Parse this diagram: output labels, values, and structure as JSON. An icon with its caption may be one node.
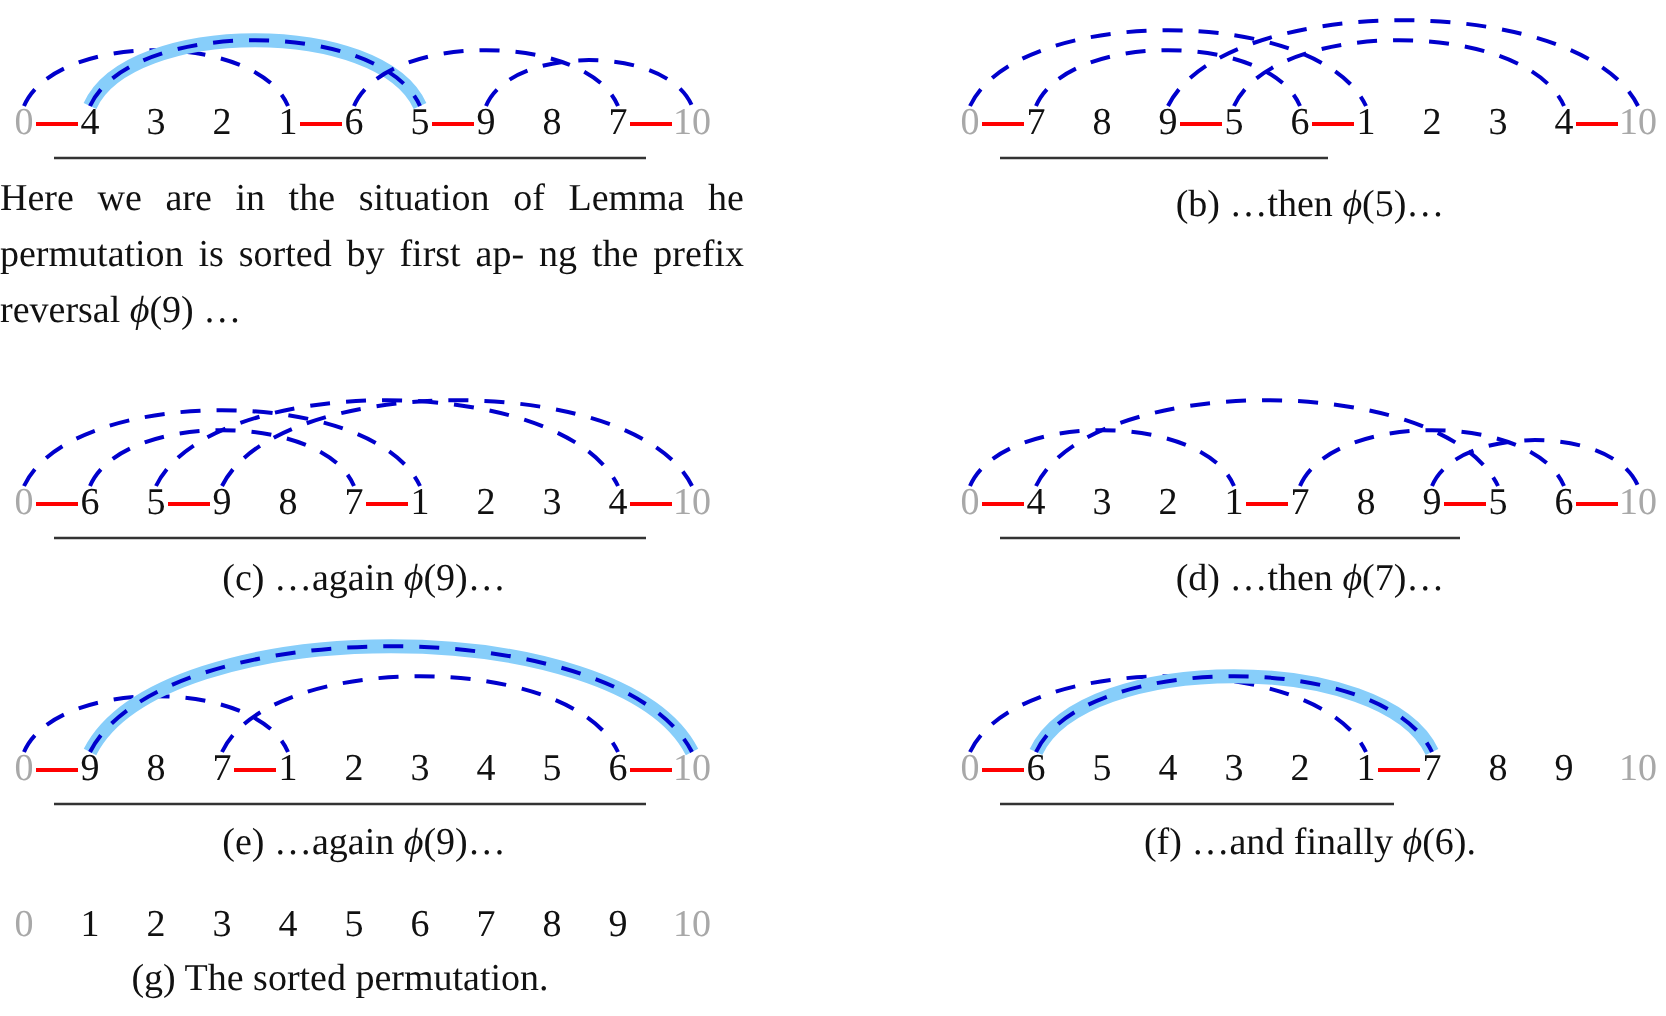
{
  "diagram": {
    "nodes": [
      {
        "text": [
          "0"
        ]
      },
      {
        "text": [
          "4"
        ]
      },
      {
        "text": [
          "3"
        ]
      },
      {
        "text": [
          "2"
        ]
      },
      {
        "text": [
          "1"
        ]
      },
      {
        "text": [
          "6"
        ]
      },
      {
        "text": [
          "5"
        ]
      },
      {
        "text": [
          "9"
        ]
      },
      {
        "text": [
          "8"
        ]
      },
      {
        "text": [
          "7"
        ]
      },
      {
        "text": [
          "10"
        ]
      },
      {
        "text": [
          "0"
        ]
      },
      {
        "text": [
          "7"
        ]
      },
      {
        "text": [
          "8"
        ]
      },
      {
        "text": [
          "9"
        ]
      },
      {
        "text": [
          "5"
        ]
      },
      {
        "text": [
          "6"
        ]
      },
      {
        "text": [
          "1"
        ]
      },
      {
        "text": [
          "2"
        ]
      },
      {
        "text": [
          "3"
        ]
      },
      {
        "text": [
          "4"
        ]
      },
      {
        "text": [
          "10"
        ]
      },
      {
        "text": [
          "0"
        ]
      },
      {
        "text": [
          "6"
        ]
      },
      {
        "text": [
          "5"
        ]
      },
      {
        "text": [
          "9"
        ]
      },
      {
        "text": [
          "8"
        ]
      },
      {
        "text": [
          "7"
        ]
      },
      {
        "text": [
          "1"
        ]
      },
      {
        "text": [
          "2"
        ]
      },
      {
        "text": [
          "3"
        ]
      },
      {
        "text": [
          "4"
        ]
      },
      {
        "text": [
          "10"
        ]
      },
      {
        "text": [
          "0"
        ]
      },
      {
        "text": [
          "4"
        ]
      },
      {
        "text": [
          "3"
        ]
      },
      {
        "text": [
          "2"
        ]
      },
      {
        "text": [
          "1"
        ]
      },
      {
        "text": [
          "7"
        ]
      },
      {
        "text": [
          "8"
        ]
      },
      {
        "text": [
          "9"
        ]
      },
      {
        "text": [
          "5"
        ]
      },
      {
        "text": [
          "6"
        ]
      },
      {
        "text": [
          "10"
        ]
      },
      {
        "text": [
          "0"
        ]
      },
      {
        "text": [
          "9"
        ]
      },
      {
        "text": [
          "8"
        ]
      },
      {
        "text": [
          "7"
        ]
      },
      {
        "text": [
          "1"
        ]
      },
      {
        "text": [
          "2"
        ]
      },
      {
        "text": [
          "3"
        ]
      },
      {
        "text": [
          "4"
        ]
      },
      {
        "text": [
          "5"
        ]
      },
      {
        "text": [
          "6"
        ]
      },
      {
        "text": [
          "10"
        ]
      },
      {
        "text": [
          "0"
        ]
      },
      {
        "text": [
          "6"
        ]
      },
      {
        "text": [
          "5"
        ]
      },
      {
        "text": [
          "4"
        ]
      },
      {
        "text": [
          "3"
        ]
      },
      {
        "text": [
          "2"
        ]
      },
      {
        "text": [
          "1"
        ]
      },
      {
        "text": [
          "7"
        ]
      },
      {
        "text": [
          "8"
        ]
      },
      {
        "text": [
          "9"
        ]
      },
      {
        "text": [
          "10"
        ]
      },
      {
        "text": [
          "0"
        ]
      },
      {
        "text": [
          "1"
        ]
      },
      {
        "text": [
          "2"
        ]
      },
      {
        "text": [
          "3"
        ]
      },
      {
        "text": [
          "4"
        ]
      },
      {
        "text": [
          "5"
        ]
      },
      {
        "text": [
          "6"
        ]
      },
      {
        "text": [
          "7"
        ]
      },
      {
        "text": [
          "8"
        ]
      },
      {
        "text": [
          "9"
        ]
      },
      {
        "text": [
          "10"
        ]
      }
    ],
    "edges": [
      {
        "from": 0,
        "to": 4,
        "arrow": "none",
        "style": "dashed",
        "color": "#0000cc"
      },
      {
        "from": 1,
        "to": 6,
        "arrow": "none",
        "style": "thick",
        "color": "#87cefa"
      },
      {
        "from": 1,
        "to": 6,
        "arrow": "none",
        "style": "dashed",
        "color": "#0000cc"
      },
      {
        "from": 5,
        "to": 9,
        "arrow": "none",
        "style": "dashed",
        "color": "#0000cc"
      },
      {
        "from": 7,
        "to": 10,
        "arrow": "none",
        "style": "dashed",
        "color": "#0000cc"
      },
      {
        "from": 0,
        "to": 1,
        "arrow": "none",
        "color": "#ff0000"
      },
      {
        "from": 4,
        "to": 5,
        "arrow": "none",
        "color": "#ff0000"
      },
      {
        "from": 6,
        "to": 7,
        "arrow": "none",
        "color": "#ff0000"
      },
      {
        "from": 9,
        "to": 10,
        "arrow": "none",
        "color": "#ff0000"
      },
      {
        "from": 11,
        "to": 17,
        "arrow": "none",
        "style": "dashed",
        "color": "#0000cc"
      },
      {
        "from": 12,
        "to": 16,
        "arrow": "none",
        "style": "dashed",
        "color": "#0000cc"
      },
      {
        "from": 14,
        "to": 21,
        "arrow": "none",
        "style": "dashed",
        "color": "#0000cc"
      },
      {
        "from": 15,
        "to": 20,
        "arrow": "none",
        "style": "dashed",
        "color": "#0000cc"
      },
      {
        "from": 11,
        "to": 12,
        "arrow": "none",
        "color": "#ff0000"
      },
      {
        "from": 14,
        "to": 15,
        "arrow": "none",
        "color": "#ff0000"
      },
      {
        "from": 16,
        "to": 17,
        "arrow": "none",
        "color": "#ff0000"
      },
      {
        "from": 20,
        "to": 21,
        "arrow": "none",
        "color": "#ff0000"
      },
      {
        "from": 22,
        "to": 28,
        "arrow": "none",
        "style": "dashed",
        "color": "#0000cc"
      },
      {
        "from": 23,
        "to": 27,
        "arrow": "none",
        "style": "dashed",
        "color": "#0000cc"
      },
      {
        "from": 24,
        "to": 31,
        "arrow": "none",
        "style": "dashed",
        "color": "#0000cc"
      },
      {
        "from": 25,
        "to": 32,
        "arrow": "none",
        "style": "dashed",
        "color": "#0000cc"
      },
      {
        "from": 22,
        "to": 23,
        "arrow": "none",
        "color": "#ff0000"
      },
      {
        "from": 24,
        "to": 25,
        "arrow": "none",
        "color": "#ff0000"
      },
      {
        "from": 27,
        "to": 28,
        "arrow": "none",
        "color": "#ff0000"
      },
      {
        "from": 31,
        "to": 32,
        "arrow": "none",
        "color": "#ff0000"
      },
      {
        "from": 33,
        "to": 37,
        "arrow": "none",
        "style": "dashed",
        "color": "#0000cc"
      },
      {
        "from": 34,
        "to": 41,
        "arrow": "none",
        "style": "dashed",
        "color": "#0000cc"
      },
      {
        "from": 38,
        "to": 42,
        "arrow": "none",
        "style": "dashed",
        "color": "#0000cc"
      },
      {
        "from": 40,
        "to": 43,
        "arrow": "none",
        "style": "dashed",
        "color": "#0000cc"
      },
      {
        "from": 33,
        "to": 34,
        "arrow": "none",
        "color": "#ff0000"
      },
      {
        "from": 37,
        "to": 38,
        "arrow": "none",
        "color": "#ff0000"
      },
      {
        "from": 40,
        "to": 41,
        "arrow": "none",
        "color": "#ff0000"
      },
      {
        "from": 42,
        "to": 43,
        "arrow": "none",
        "color": "#ff0000"
      },
      {
        "from": 44,
        "to": 48,
        "arrow": "none",
        "style": "dashed",
        "color": "#0000cc"
      },
      {
        "from": 45,
        "to": 54,
        "arrow": "none",
        "style": "thick",
        "color": "#87cefa"
      },
      {
        "from": 45,
        "to": 54,
        "arrow": "none",
        "style": "dashed",
        "color": "#0000cc"
      },
      {
        "from": 47,
        "to": 53,
        "arrow": "none",
        "style": "dashed",
        "color": "#0000cc"
      },
      {
        "from": 44,
        "to": 45,
        "arrow": "none",
        "color": "#ff0000"
      },
      {
        "from": 47,
        "to": 48,
        "arrow": "none",
        "color": "#ff0000"
      },
      {
        "from": 53,
        "to": 54,
        "arrow": "none",
        "color": "#ff0000"
      },
      {
        "from": 55,
        "to": 61,
        "arrow": "none",
        "style": "dashed",
        "color": "#0000cc"
      },
      {
        "from": 56,
        "to": 62,
        "arrow": "none",
        "style": "thick",
        "color": "#87cefa"
      },
      {
        "from": 56,
        "to": 62,
        "arrow": "none",
        "style": "dashed",
        "color": "#0000cc"
      },
      {
        "from": 55,
        "to": 56,
        "arrow": "none",
        "color": "#ff0000"
      },
      {
        "from": 61,
        "to": 62,
        "arrow": "none",
        "color": "#ff0000"
      }
    ],
    "labels": [
      "Here we are in the situation of Lemma he permutation is sorted by first ap- ng the prefix reversal *ϕ*(9) …",
      "(b) …then *ϕ*(5)…",
      "(c) …again *ϕ*(9)…",
      "(d) …then *ϕ*(7)…",
      "(e) …again *ϕ*(9)…",
      "(f) …and finally *ϕ*(6).",
      "(g) The sorted permutation."
    ]
  }
}
